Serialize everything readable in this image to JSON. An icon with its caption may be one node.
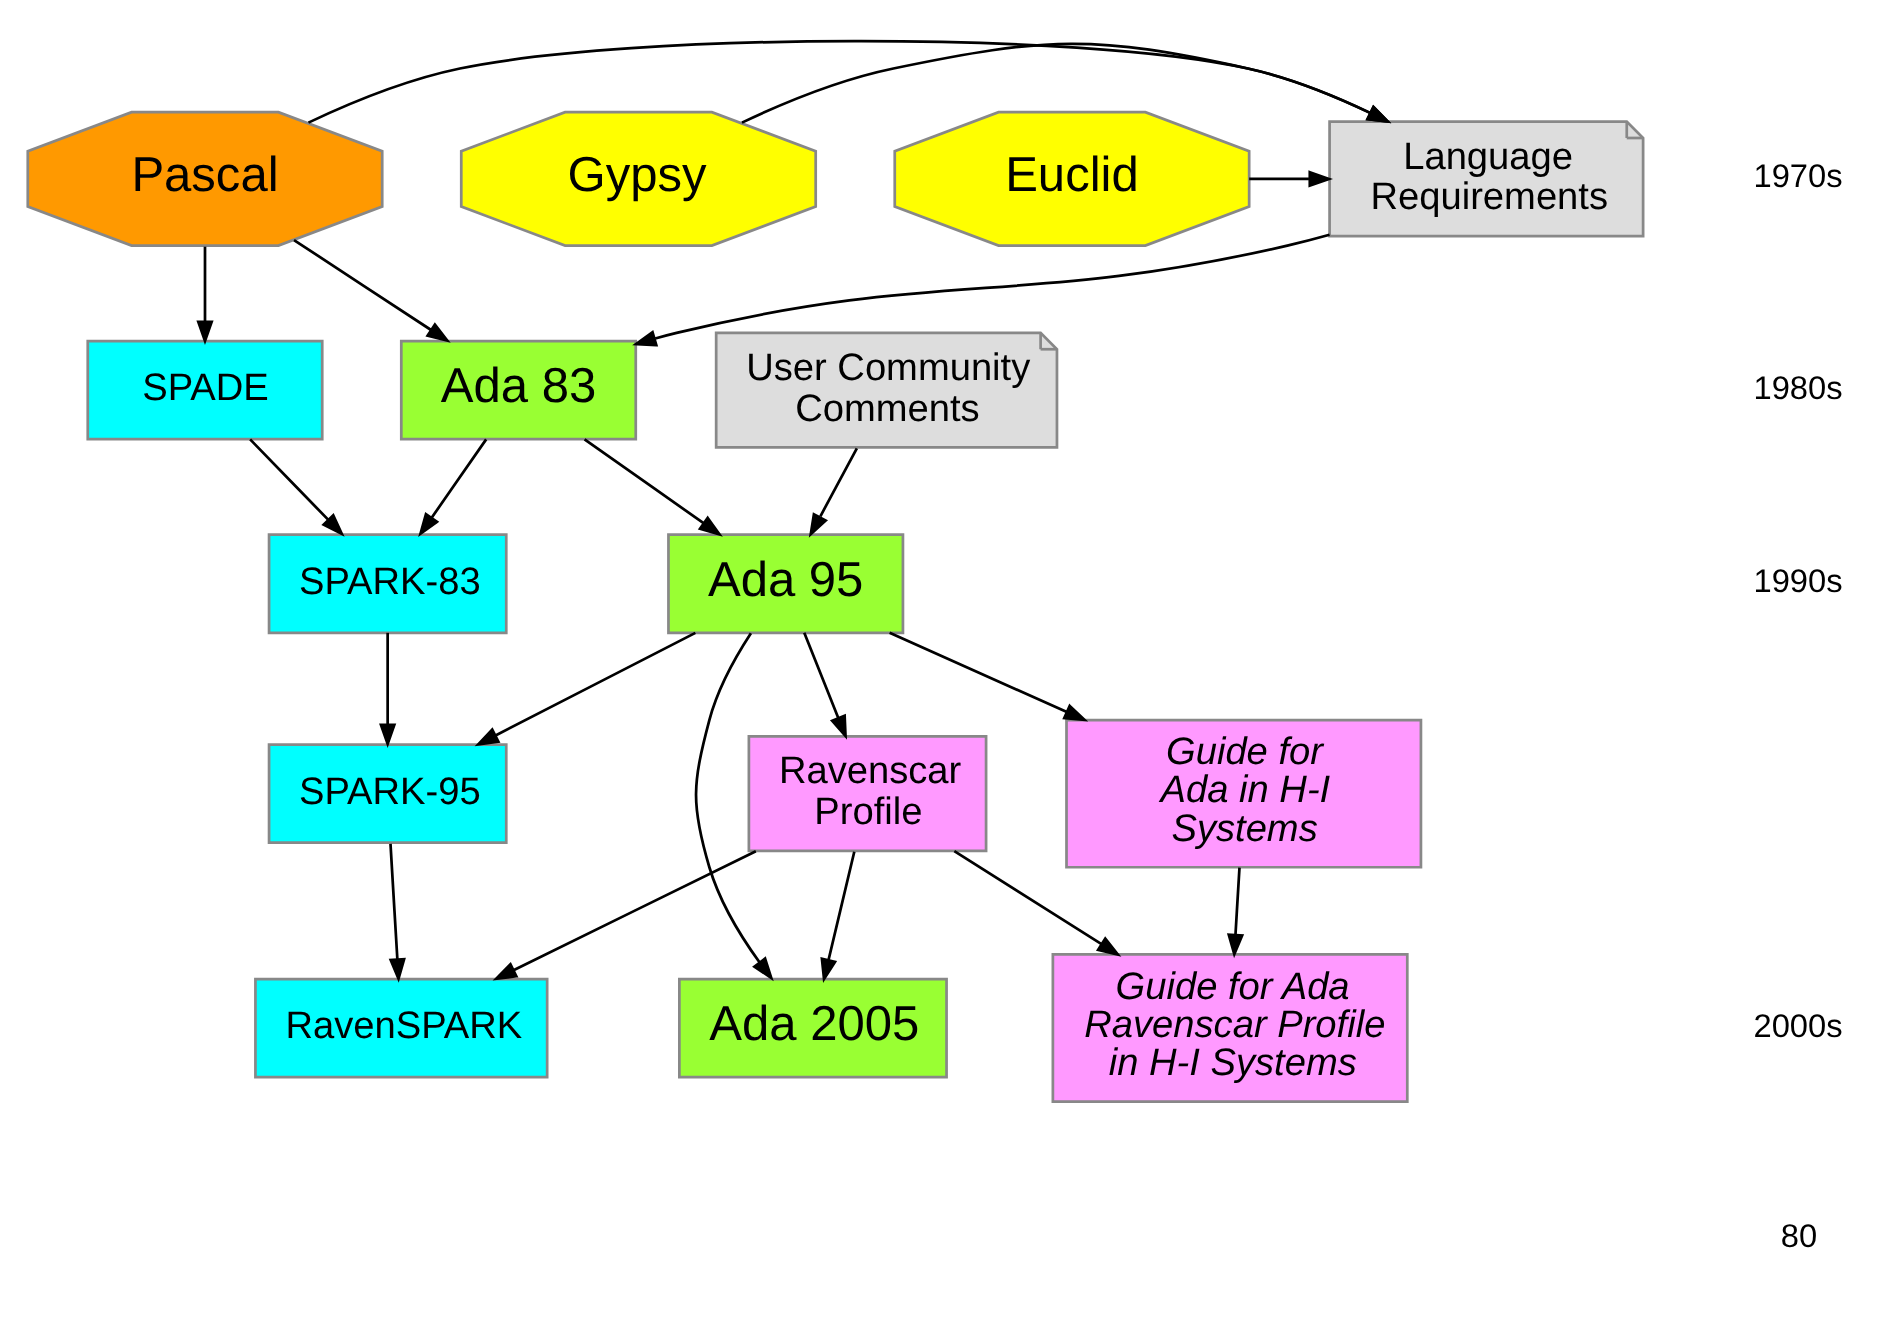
{
  "diagram": {
    "nodes": [
      {
        "text": [
          "Gypsy"
        ]
      },
      {
        "text": [
          "Euclid"
        ]
      },
      {
        "text": [
          "Language Requirements"
        ]
      },
      {
        "text": [
          "Pascal"
        ]
      },
      {
        "text": [
          "SPADE"
        ]
      },
      {
        "text": [
          "Ada 83"
        ]
      },
      {
        "text": [
          "User Community Comments"
        ]
      },
      {
        "text": [
          "SPARK-83"
        ]
      },
      {
        "text": [
          "Ravenscar Profile"
        ]
      },
      {
        "text": [
          "Ada 95"
        ]
      },
      {
        "text": [
          "SPARK-95"
        ]
      },
      {
        "text": [
          "Guide for Ada Ravenscar Profile in H-I Systems"
        ]
      },
      {
        "text": [
          "Guide for Ada in H-I Systems"
        ]
      },
      {
        "text": [
          "Ada 2005"
        ]
      },
      {
        "text": [
          "RavenSPARK"
        ]
      }
    ],
    "edges": [
      {
        "from": 0,
        "to": 2,
        "arrow": "to"
      },
      {
        "from": 1,
        "to": 2,
        "arrow": "to"
      },
      {
        "from": 3,
        "to": 2,
        "arrow": "to"
      },
      {
        "from": 3,
        "to": 5,
        "arrow": "to"
      },
      {
        "from": 3,
        "to": 4,
        "arrow": "to"
      },
      {
        "from": 2,
        "to": 5,
        "arrow": "to"
      },
      {
        "from": 4,
        "to": 7,
        "arrow": "to"
      },
      {
        "from": 5,
        "to": 7,
        "arrow": "to"
      },
      {
        "from": 5,
        "to": 9,
        "arrow": "to"
      },
      {
        "from": 6,
        "to": 9,
        "arrow": "to"
      },
      {
        "from": 7,
        "to": 10,
        "arrow": "to"
      },
      {
        "from": 9,
        "to": 10,
        "arrow": "to"
      },
      {
        "from": 9,
        "to": 8,
        "arrow": "to"
      },
      {
        "from": 9,
        "to": 12,
        "arrow": "to"
      },
      {
        "from": 9,
        "to": 13,
        "arrow": "to"
      },
      {
        "from": 8,
        "to": 13,
        "arrow": "to"
      },
      {
        "from": 8,
        "to": 14,
        "arrow": "to"
      },
      {
        "from": 8,
        "to": 11,
        "arrow": "to"
      },
      {
        "from": 12,
        "to": 11,
        "arrow": "to"
      },
      {
        "from": 10,
        "to": 14,
        "arrow": "to"
      }
    ],
    "labels": [
      "1970s",
      "1980s",
      "1990s",
      "2000s",
      "80"
    ]
  }
}
